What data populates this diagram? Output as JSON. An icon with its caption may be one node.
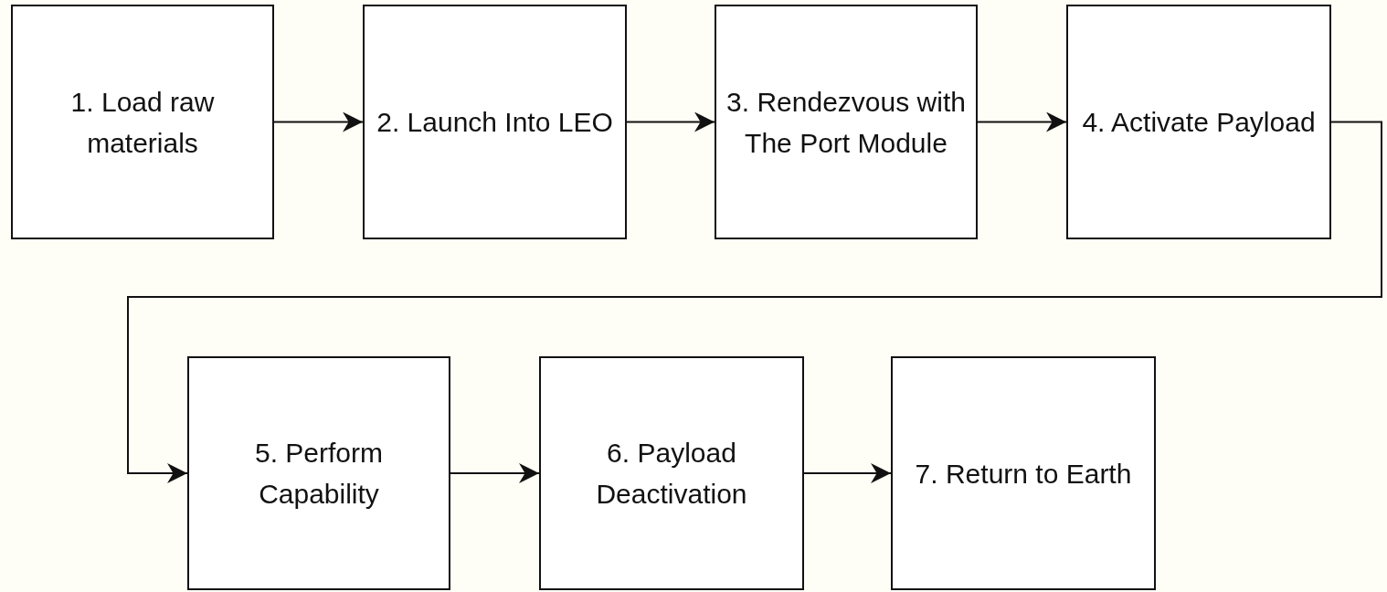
{
  "diagram": {
    "nodes": [
      {
        "text": [
          "1. Load raw materials"
        ]
      },
      {
        "text": [
          "2. Launch Into LEO"
        ]
      },
      {
        "text": [
          "3. Rendezvous with The Port Module"
        ]
      },
      {
        "text": [
          "4. Activate Payload"
        ]
      },
      {
        "text": [
          "5. Perform Capability"
        ]
      },
      {
        "text": [
          "6. Payload Deactivation"
        ]
      },
      {
        "text": [
          "7. Return to Earth"
        ]
      }
    ],
    "edges": [
      {
        "from": 0,
        "to": 1,
        "arrow": "to"
      },
      {
        "from": 1,
        "to": 2,
        "arrow": "to"
      },
      {
        "from": 2,
        "to": 3,
        "arrow": "to"
      },
      {
        "from": 3,
        "to": 4,
        "arrow": "to"
      },
      {
        "from": 4,
        "to": 5,
        "arrow": "to"
      },
      {
        "from": 5,
        "to": 6,
        "arrow": "to"
      }
    ]
  }
}
